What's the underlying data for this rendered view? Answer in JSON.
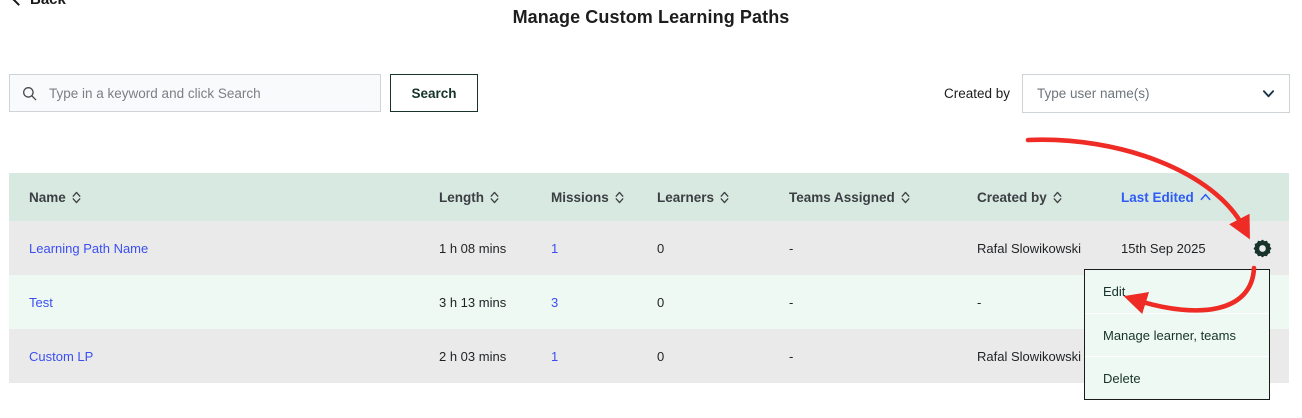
{
  "nav": {
    "back_label": "Back",
    "back_icon": "chevron-left-icon"
  },
  "header": {
    "title": "Manage Custom Learning Paths"
  },
  "search": {
    "icon": "search-icon",
    "placeholder": "Type in a keyword and click Search",
    "value": "",
    "button_label": "Search"
  },
  "filter": {
    "label": "Created by",
    "placeholder": "Type user name(s)",
    "value": "Type user name(s)",
    "chevron_icon": "chevron-down-icon"
  },
  "table": {
    "columns": [
      {
        "key": "name",
        "label": "Name",
        "sort": "none",
        "sort_icon": "sort-both-icon"
      },
      {
        "key": "length",
        "label": "Length",
        "sort": "none",
        "sort_icon": "sort-both-icon"
      },
      {
        "key": "missions",
        "label": "Missions",
        "sort": "none",
        "sort_icon": "sort-both-icon"
      },
      {
        "key": "learners",
        "label": "Learners",
        "sort": "none",
        "sort_icon": "sort-both-icon"
      },
      {
        "key": "teams",
        "label": "Teams Assigned",
        "sort": "none",
        "sort_icon": "sort-both-icon"
      },
      {
        "key": "created",
        "label": "Created by",
        "sort": "none",
        "sort_icon": "sort-both-icon"
      },
      {
        "key": "edited",
        "label": "Last Edited",
        "sort": "asc",
        "sort_icon": "chevron-up-icon"
      }
    ],
    "rows": [
      {
        "name": "Learning Path Name",
        "length": "1 h 08 mins",
        "missions": "1",
        "learners": "0",
        "teams": "-",
        "created": "Rafal Slowikowski",
        "edited": "15th Sep 2025",
        "actions_icon": "gear-icon"
      },
      {
        "name": "Test",
        "length": "3 h 13 mins",
        "missions": "3",
        "learners": "0",
        "teams": "-",
        "created": "-",
        "edited": "",
        "actions_icon": "gear-icon"
      },
      {
        "name": "Custom LP",
        "length": "2 h 03 mins",
        "missions": "1",
        "learners": "0",
        "teams": "-",
        "created": "Rafal Slowikowski",
        "edited": "",
        "actions_icon": "gear-icon"
      }
    ]
  },
  "context_menu": {
    "items": [
      {
        "label": "Edit"
      },
      {
        "label": "Manage learner, teams"
      },
      {
        "label": "Delete"
      }
    ]
  },
  "colors": {
    "header_bg": "#d8e9e1",
    "row_bg": "#eaeaea",
    "row_alt_bg": "#edf9f2",
    "link": "#3b4ff0",
    "accent_dark": "#17332b",
    "annotation": "#ee2b24",
    "active_sort": "#2f5bf6"
  }
}
